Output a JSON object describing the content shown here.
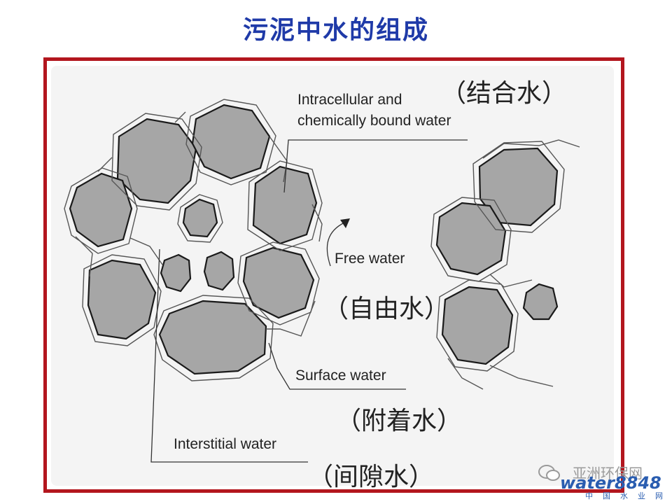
{
  "title": "污泥中水的组成",
  "labels": {
    "bound_cn": "（结合水）",
    "intracellular_line1": "Intracellular and",
    "intracellular_line2": "chemically bound water",
    "free_en": "Free water",
    "free_cn": "（自由水）",
    "surface_en": "Surface water",
    "surface_cn": "（附着水）",
    "interstitial_en": "Interstitial water",
    "interstitial_cn": "（间隙水）"
  },
  "watermark": {
    "cn": "亚洲环保网",
    "logo": "water8848",
    "sub": "中国水业网"
  },
  "colors": {
    "title": "#1f3aa8",
    "frame": "#b3161e",
    "particle_fill": "#a6a6a6"
  }
}
